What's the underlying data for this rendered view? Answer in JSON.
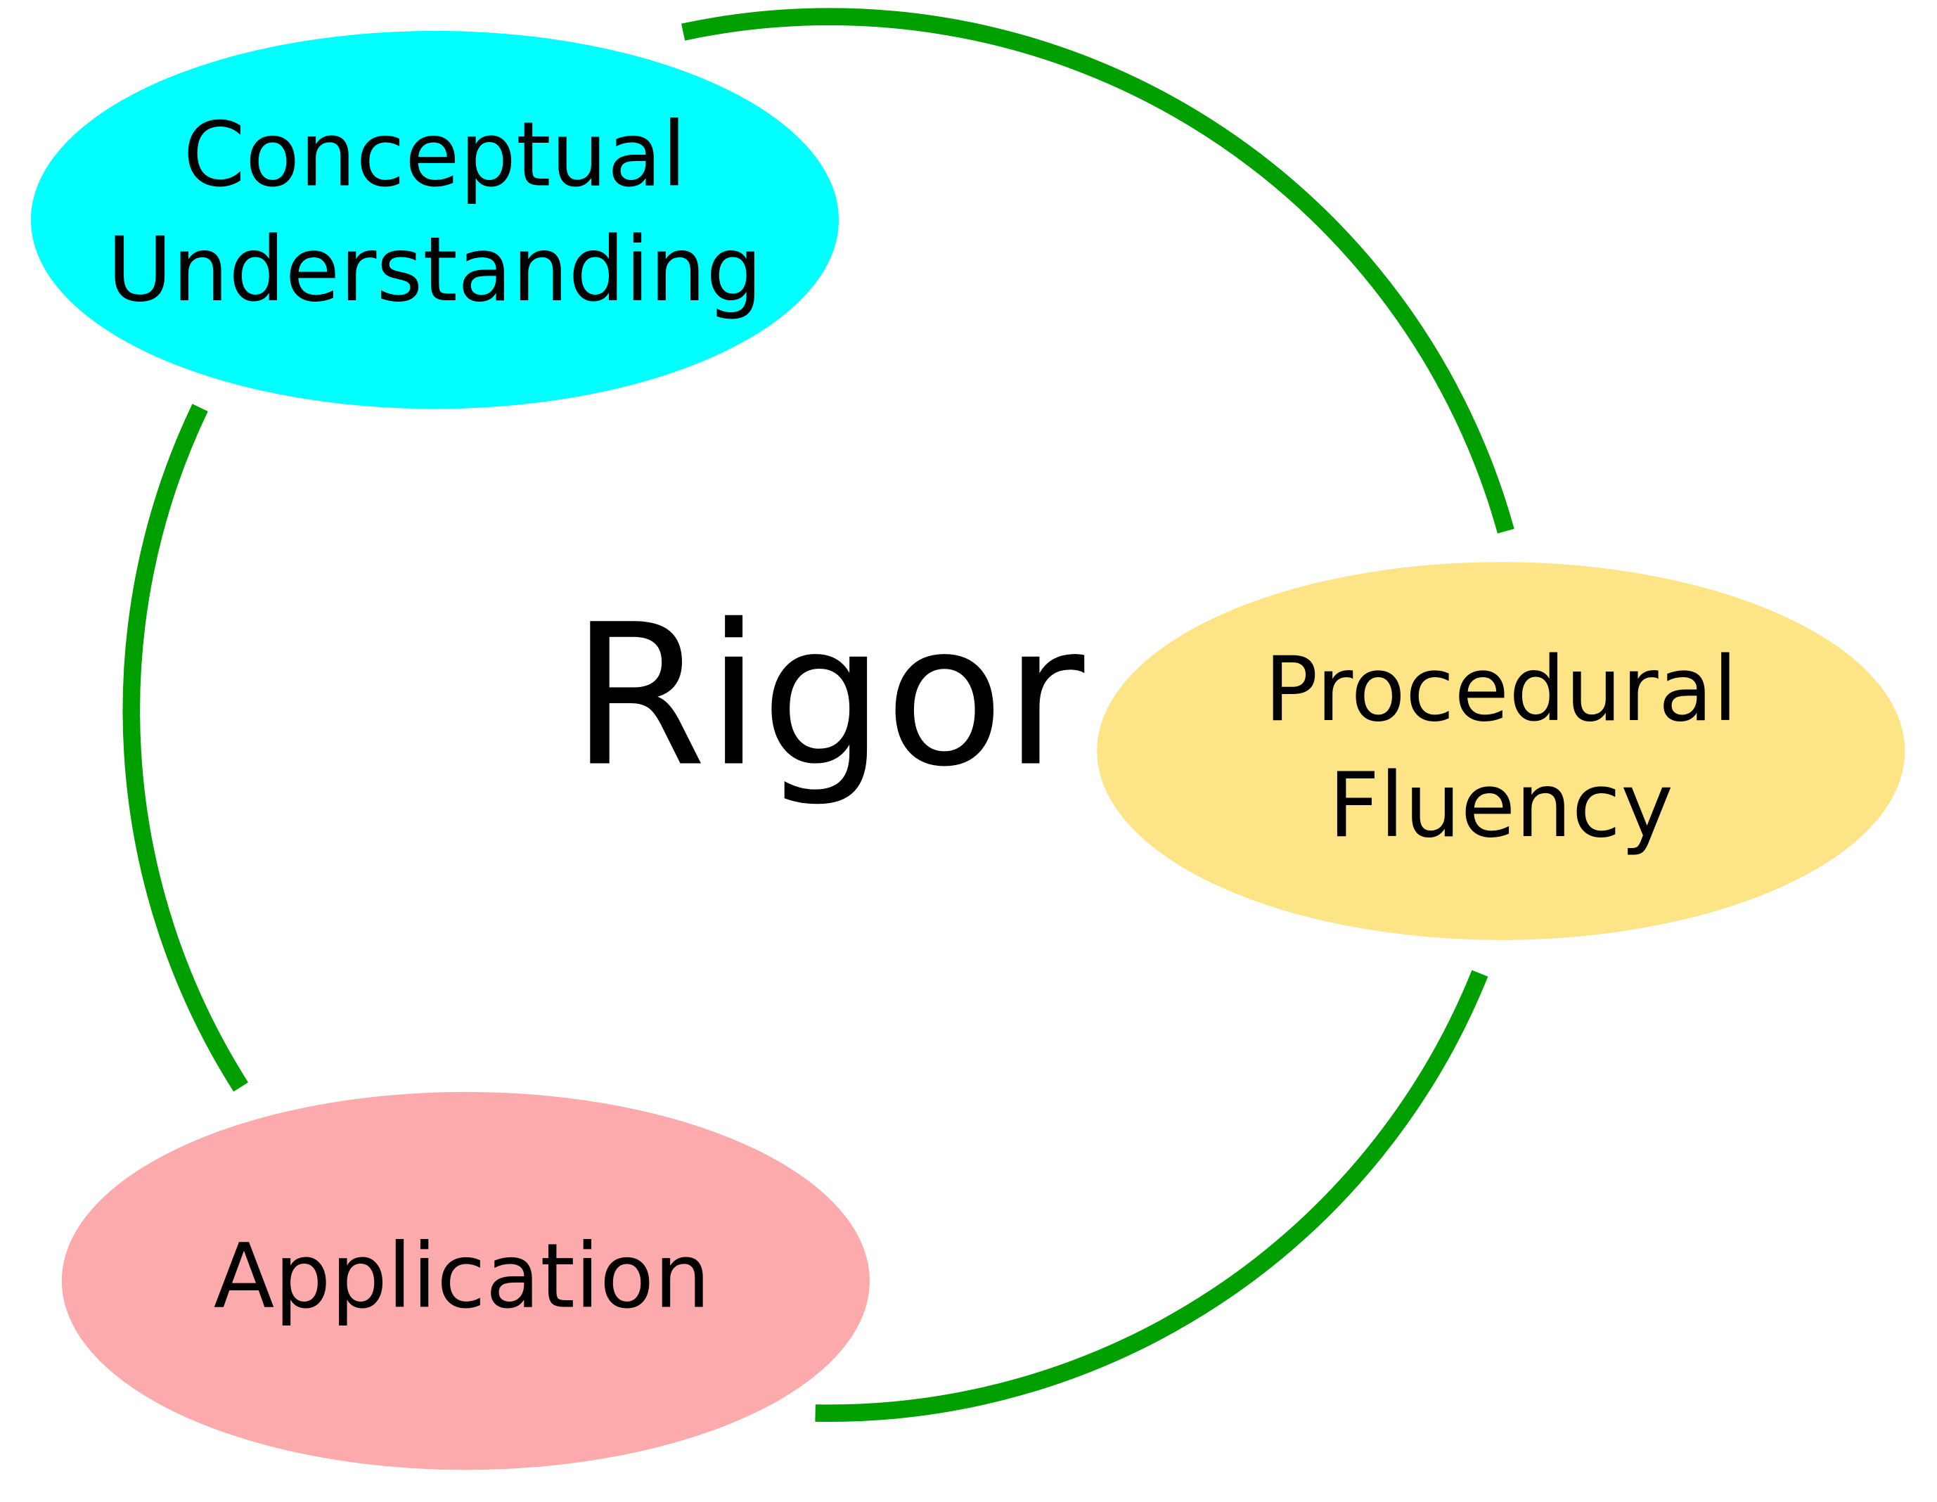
{
  "diagram": {
    "center_label": "Rigor",
    "connector_color": "#009F00",
    "nodes": [
      {
        "id": "conceptual",
        "lines": [
          "Conceptual",
          "Understanding"
        ],
        "color": "#00FFFF"
      },
      {
        "id": "procedural",
        "lines": [
          "Procedural",
          "Fluency"
        ],
        "color": "#FDE587"
      },
      {
        "id": "application",
        "lines": [
          "Application"
        ],
        "color": "#FCAAAC"
      }
    ]
  }
}
